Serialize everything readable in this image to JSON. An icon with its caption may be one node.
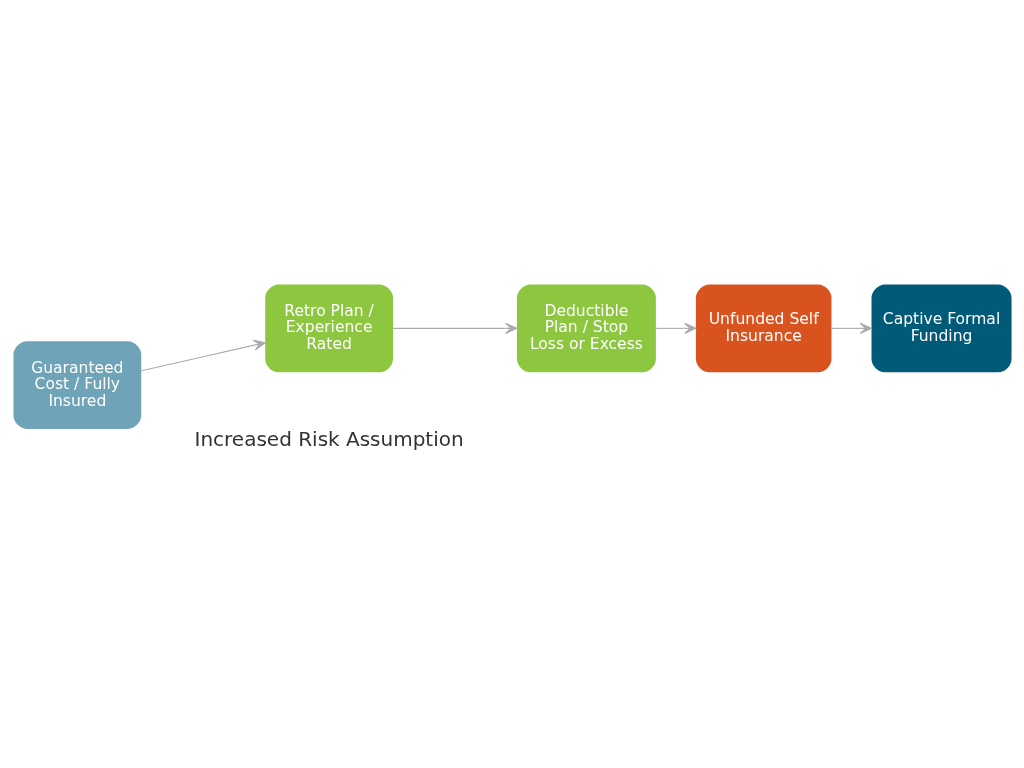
{
  "diagram": {
    "nodes": [
      {
        "text": [
          "Guaranteed Cost / Fully Insured"
        ]
      },
      {
        "text": [
          "Retro Plan / Experience Rated"
        ]
      },
      {
        "text": [
          "Deductible Plan / Stop Loss or Excess"
        ]
      },
      {
        "text": [
          "Unfunded Self Insurance"
        ]
      },
      {
        "text": [
          "Captive Formal Funding"
        ]
      }
    ],
    "edges": [
      {
        "from": 0,
        "to": 1,
        "arrow": "to"
      },
      {
        "from": 1,
        "to": 2,
        "arrow": "to"
      },
      {
        "from": 2,
        "to": 3,
        "arrow": "to"
      },
      {
        "from": 3,
        "to": 4,
        "arrow": "to"
      }
    ],
    "labels": [
      "Increased Risk Assumption"
    ]
  }
}
